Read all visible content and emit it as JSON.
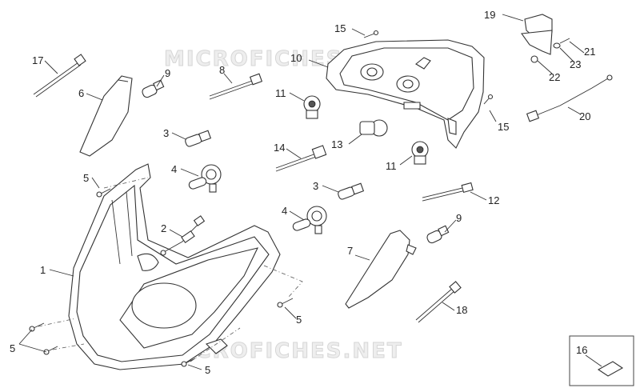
{
  "watermark": {
    "top": "MICROFICHES.NET",
    "bottom": "MICROFICHES.NET"
  },
  "callouts": {
    "c1": "1",
    "c2": "2",
    "c3a": "3",
    "c3b": "3",
    "c4a": "4",
    "c4b": "4",
    "c5a": "5",
    "c5b": "5",
    "c5c": "5",
    "c5d": "5",
    "c6": "6",
    "c7": "7",
    "c8": "8",
    "c9a": "9",
    "c9b": "9",
    "c10": "10",
    "c11a": "11",
    "c11b": "11",
    "c12": "12",
    "c13": "13",
    "c14": "14",
    "c15a": "15",
    "c15b": "15",
    "c16": "16",
    "c17": "17",
    "c18": "18",
    "c19": "19",
    "c20": "20",
    "c21": "21",
    "c22": "22",
    "c23": "23"
  },
  "icons": {
    "headlight": "headlight-assembly-icon",
    "taillight": "tail-light-housing-icon",
    "bulb": "bulb-icon",
    "screw": "screw-icon"
  }
}
